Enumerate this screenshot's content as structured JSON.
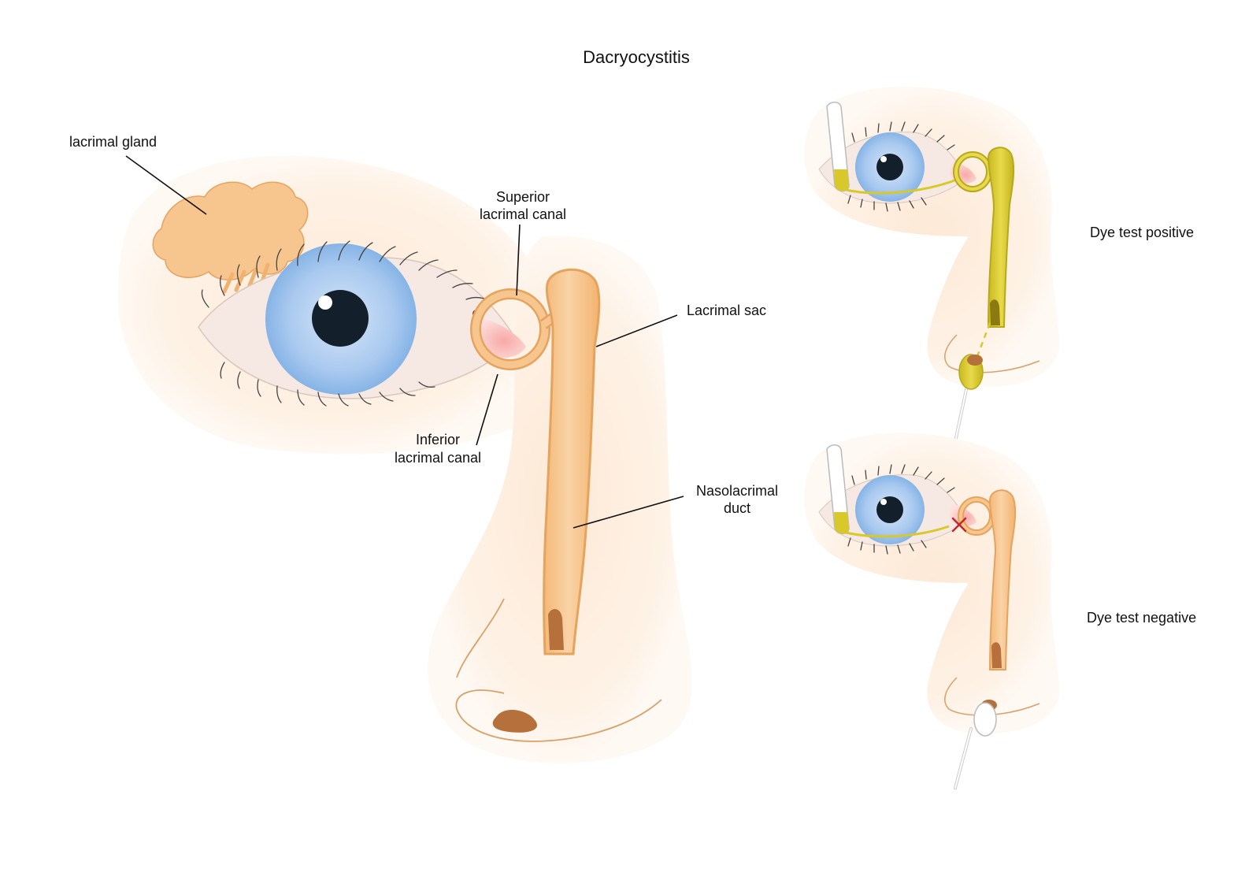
{
  "title": "Dacryocystitis",
  "labels": {
    "lacrimal_gland": "lacrimal gland",
    "superior_canal_1": "Superior",
    "superior_canal_2": "lacrimal canal",
    "inferior_canal_1": "Inferior",
    "inferior_canal_2": "lacrimal canal",
    "lacrimal_sac": "Lacrimal sac",
    "nasolacrimal_duct_1": "Nasolacrimal",
    "nasolacrimal_duct_2": "duct",
    "dye_test_positive": "Dye test positive",
    "dye_test_negative": "Dye test negative"
  },
  "colors": {
    "skin": "#fdecdb",
    "skin_light": "#fef6ee",
    "duct": "#f7c68f",
    "duct_stroke": "#e5a35e",
    "iris": "#86b4e6",
    "iris_light": "#d6e6f8",
    "pupil": "#13202b",
    "dye": "#d9c82a",
    "dye_stroke": "#b8a81c",
    "caruncle": "#f4b7b4",
    "blocked_mark": "#c0282d",
    "nostril": "#b5703c",
    "outline": "#d9a067"
  },
  "icons": [
    "blocked-x-icon"
  ]
}
